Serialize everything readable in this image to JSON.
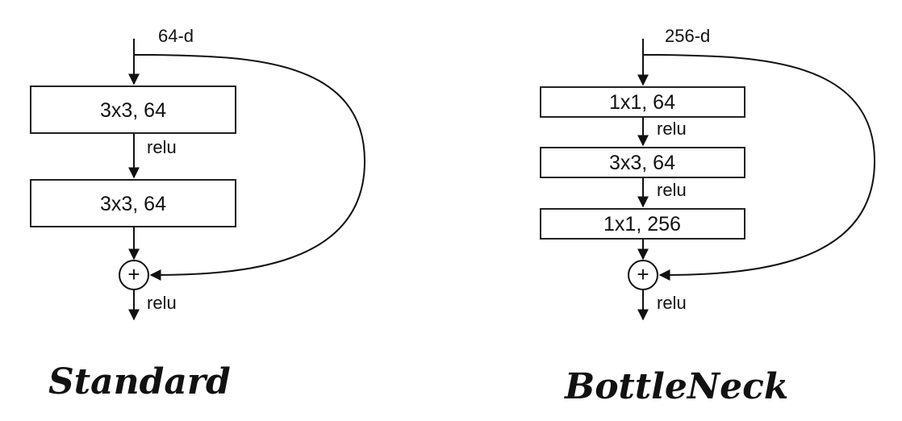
{
  "standard": {
    "input_label": "64-d",
    "boxes": [
      "3x3, 64",
      "3x3, 64"
    ],
    "relu_labels": [
      "relu",
      "relu"
    ],
    "title": "Standard"
  },
  "bottleneck": {
    "input_label": "256-d",
    "boxes": [
      "1x1, 64",
      "3x3, 64",
      "1x1, 256"
    ],
    "relu_labels": [
      "relu",
      "relu",
      "relu"
    ],
    "title": "BottleNeck"
  },
  "add_symbol": "+"
}
